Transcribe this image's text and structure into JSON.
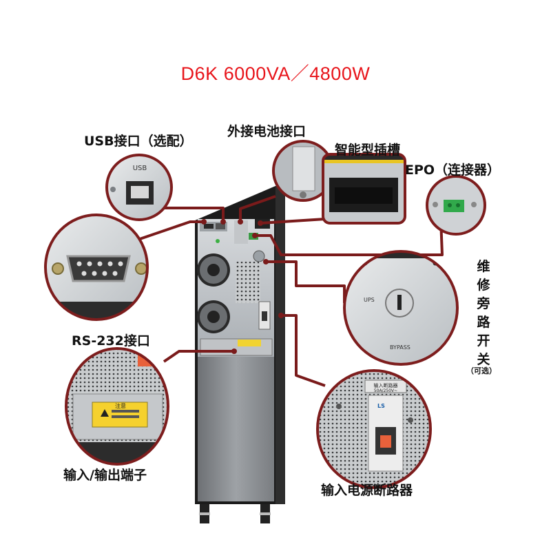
{
  "title": "D6K  6000VA／4800W",
  "labels": {
    "usb": "USB接口（选配）",
    "battery": "外接电池接口",
    "smart_slot": "智能型插槽",
    "epo": "EPO（连接器）",
    "bypass_switch": "维修旁路开关",
    "optional": "（可选）",
    "rs232": "RS-232接口",
    "io_terminal": "输入/输出端子",
    "input_breaker": "输入电源断路器"
  },
  "panel_text": {
    "usb": "USB",
    "ups": "UPS",
    "bypass": "BYPASS",
    "warning": "注意",
    "breaker_label": "输入断路器",
    "breaker_rating": "50A/250V~",
    "brand": "LS"
  },
  "colors": {
    "title": "#e8151b",
    "callout": "#7a1b1b",
    "ring": "#7d1d1d",
    "ups_body": "#1c1c1c"
  }
}
